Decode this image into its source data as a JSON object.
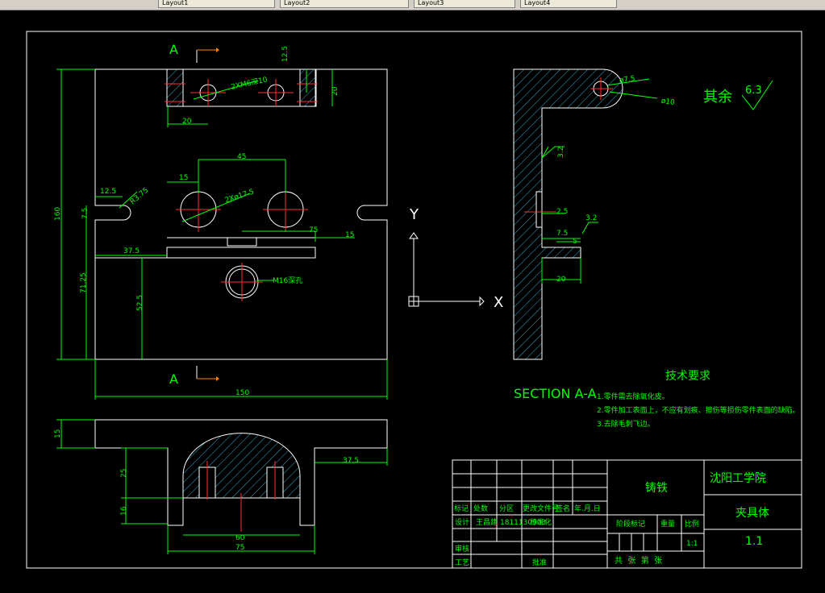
{
  "topbar": {
    "tabs": [
      "Layout1",
      "Layout2",
      "Layout3",
      "Layout4"
    ]
  },
  "views": {
    "top_section_label": "A",
    "bottom_section_label": "A",
    "section_title": "SECTION  A-A"
  },
  "dimensions": {
    "d_12_5_top": "12.5",
    "d_20_right": "20",
    "d_20_bottom": "20",
    "d_2xm6": "2XM6深10",
    "d_45": "45",
    "d_15a": "15",
    "d_2x17_5": "2Xø17.5",
    "d_12_5_slot": "12.5",
    "d_r3_75": "R3.75",
    "d_7_5": "7.5",
    "d_160": "160",
    "d_75": "75",
    "d_15b": "15",
    "d_37_5": "37.5",
    "d_71_25": "71.25",
    "d_52_5": "52.5",
    "d_m16": "M16深孔",
    "d_150": "150",
    "d_15_front": "15",
    "d_25_front": "25",
    "d_16_front": "16",
    "d_37_5_front": "37.5",
    "d_60": "60",
    "d_75_front": "75",
    "d_phi7_5": "ø7.5",
    "d_phi10": "ø10",
    "d_3_2a": "3.2",
    "d_2_5": "2.5",
    "d_3_2b": "3.2",
    "d_7_5_sec": "7.5",
    "d_5": "5",
    "d_20_sec": "20"
  },
  "axes": {
    "y": "Y",
    "x": "X"
  },
  "roughness": {
    "label": "其余",
    "value": "6.3"
  },
  "tech": {
    "title": "技术要求",
    "lines": [
      "1.零件需去除氧化皮。",
      "2.零件加工表面上，不应有划痕、擦伤等损伤零件表面的缺陷。",
      "3.去除毛刺飞边。"
    ]
  },
  "title_block": {
    "material": "铸铁",
    "school": "沈阳工学院",
    "part_name": "夹具体",
    "drawing_no": "1.1",
    "scale": "1:1",
    "h_mark": "标记",
    "h_count": "处数",
    "h_zone": "分区",
    "h_doc": "更改文件号",
    "h_sign": "签名",
    "h_date": "年.月.日",
    "design_label": "设计",
    "designer": "王昌建",
    "student_no": "1811130903",
    "std_label": "标准化",
    "stage_label": "阶段标记",
    "weight_label": "重量",
    "scale_label": "比例",
    "review_label": "审核",
    "process_label": "工艺",
    "approve_label": "批准",
    "sheets_text": "共  张  第  张"
  }
}
